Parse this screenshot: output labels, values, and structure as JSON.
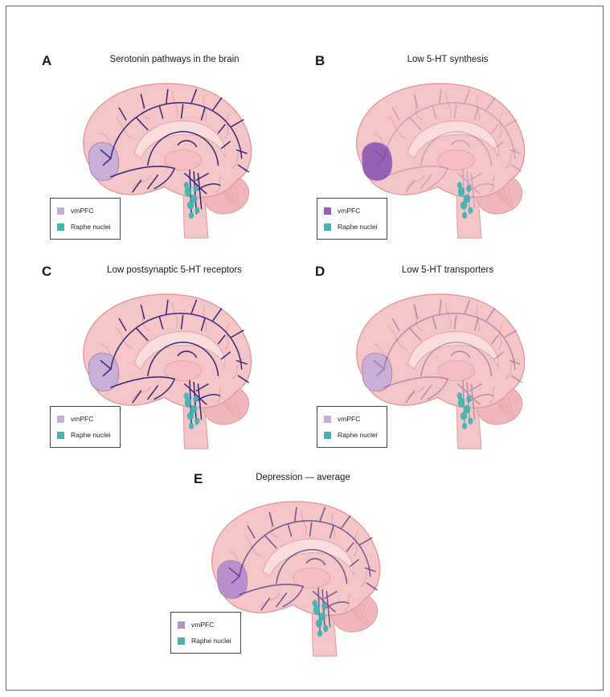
{
  "panels": [
    {
      "letter": "A",
      "title": "Serotonin pathways in the brain",
      "vmpfc_color": "#c9aed6",
      "raphe_color": "#3fb5b4",
      "fiber_color": "#3b2c7a",
      "fiber_opacity": 1
    },
    {
      "letter": "B",
      "title": "Low 5-HT synthesis",
      "vmpfc_color": "#9660b5",
      "raphe_color": "#3fb5b4",
      "fiber_color": "#3b2c7a",
      "fiber_opacity": 0.22
    },
    {
      "letter": "C",
      "title": "Low postsynaptic 5-HT receptors",
      "vmpfc_color": "#c9aed6",
      "raphe_color": "#3fb5b4",
      "fiber_color": "#3b2c7a",
      "fiber_opacity": 1
    },
    {
      "letter": "D",
      "title": "Low 5-HT transporters",
      "vmpfc_color": "#c9aed6",
      "raphe_color": "#3fb5b4",
      "fiber_color": "#3b2c7a",
      "fiber_opacity": 0.35
    },
    {
      "letter": "E",
      "title": "Depression — average",
      "vmpfc_color": "#b990cc",
      "raphe_color": "#3fb5b4",
      "fiber_color": "#3b2c7a",
      "fiber_opacity": 0.7
    }
  ],
  "legend": {
    "vmpfc": "vmPFC",
    "raphe": "Raphe nuclei",
    "raphe_color": "#3fb5b4"
  },
  "colors": {
    "brain_fill": "#f5c6c8",
    "brain_stroke": "#e49b9f",
    "fold": "#e6a4a8",
    "inner": "#f9dcdc"
  }
}
